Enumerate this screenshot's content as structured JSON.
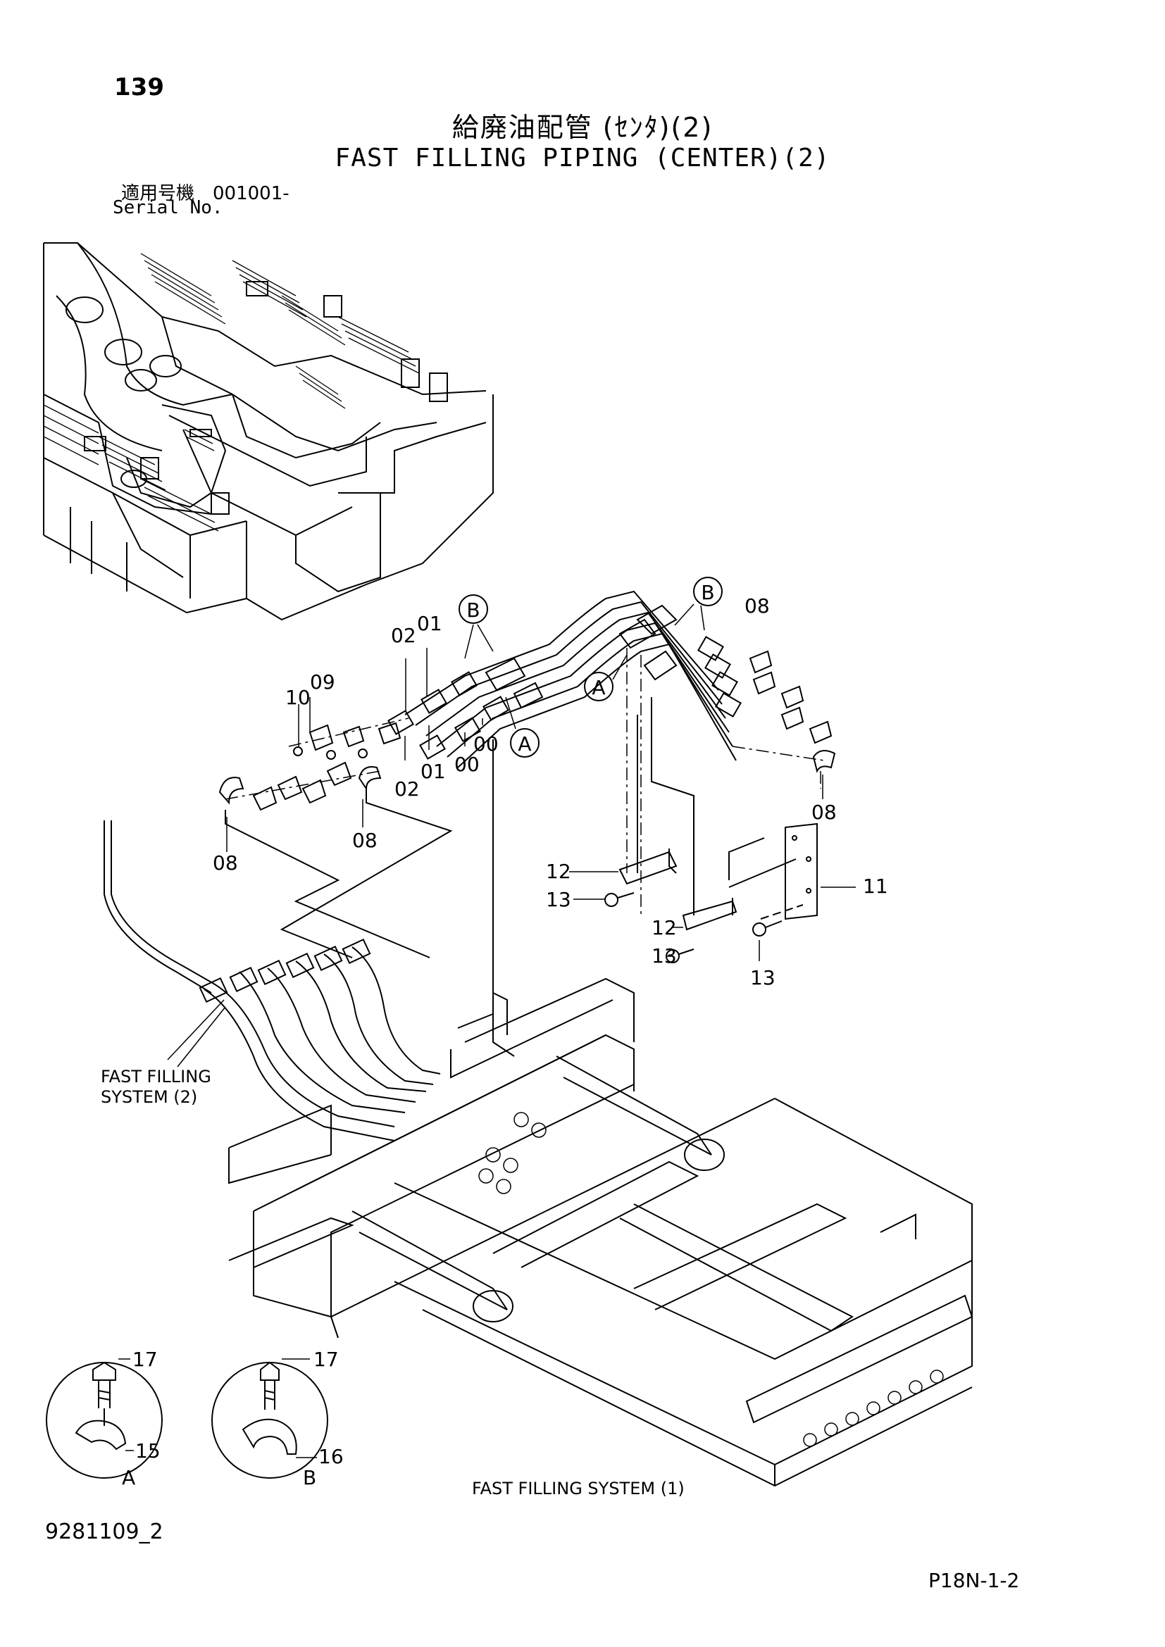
{
  "header": {
    "page_number": "139",
    "title_jp": "給廃油配管 (ｾﾝﾀ)(2)",
    "title_en": "FAST FILLING PIPING (CENTER)(2)",
    "serial_jp": "適用号機　001001-",
    "serial_en": "Serial No."
  },
  "callouts": {
    "p00": "00",
    "p01": "01",
    "p02": "02",
    "p08": "08",
    "p09": "09",
    "p10": "10",
    "p11": "11",
    "p12": "12",
    "p13": "13",
    "p15": "15",
    "p16": "16",
    "p17": "17"
  },
  "view_markers": {
    "a": "A",
    "b": "B"
  },
  "labels": {
    "fast_filling_system_2_line1": "FAST FILLING",
    "fast_filling_system_2_line2": "SYSTEM (2)",
    "fast_filling_system_1": "FAST FILLING SYSTEM (1)"
  },
  "footer": {
    "drawing_number": "9281109_2",
    "page_ref": "P18N-1-2"
  }
}
